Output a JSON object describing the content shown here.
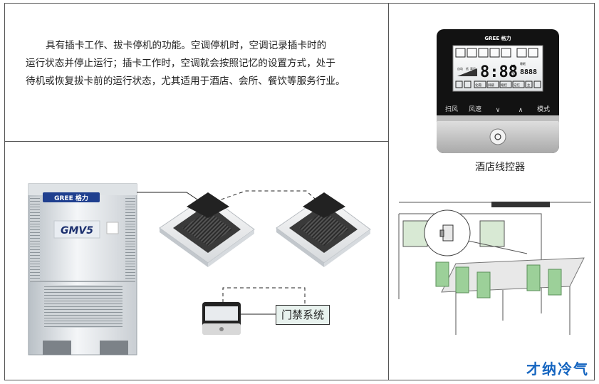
{
  "description": {
    "line1": "具有插卡工作、拔卡停机的功能。空调停机时，空调记录插卡时的",
    "line2": "运行状态并停止运行；插卡工作时，空调就会按照记忆的设置方式，处于",
    "line3": "待机或恢复拔卡前的运行状态，尤其适用于酒店、会所、餐饮等服务行业。"
  },
  "outdoor_unit": {
    "brand": "GREE 格力",
    "model": "GMV5"
  },
  "controller": {
    "brand": "GREE 格力",
    "display_temp": "8:88",
    "temp_unit_f": "℉",
    "temp_unit_c": "℃",
    "display_digits": "8888",
    "lcd_label1": "自动",
    "lcd_label2": "低",
    "lcd_label3": "高风",
    "lcd_label4": "睡眠",
    "lcd_chip1": "化霜",
    "lcd_chip2": "屏蔽",
    "lcd_chip3": "缩控",
    "lcd_chip4": "记忆",
    "lcd_chip5": "主",
    "buttons": [
      "扫风",
      "风速",
      "∨",
      "∧",
      "模式"
    ],
    "caption": "酒店线控器"
  },
  "door_system_label": "门禁系统",
  "watermark": "才纳冷气",
  "colors": {
    "accent": "#1565c0",
    "line": "#555555",
    "box_bg": "#e8f2ee"
  }
}
